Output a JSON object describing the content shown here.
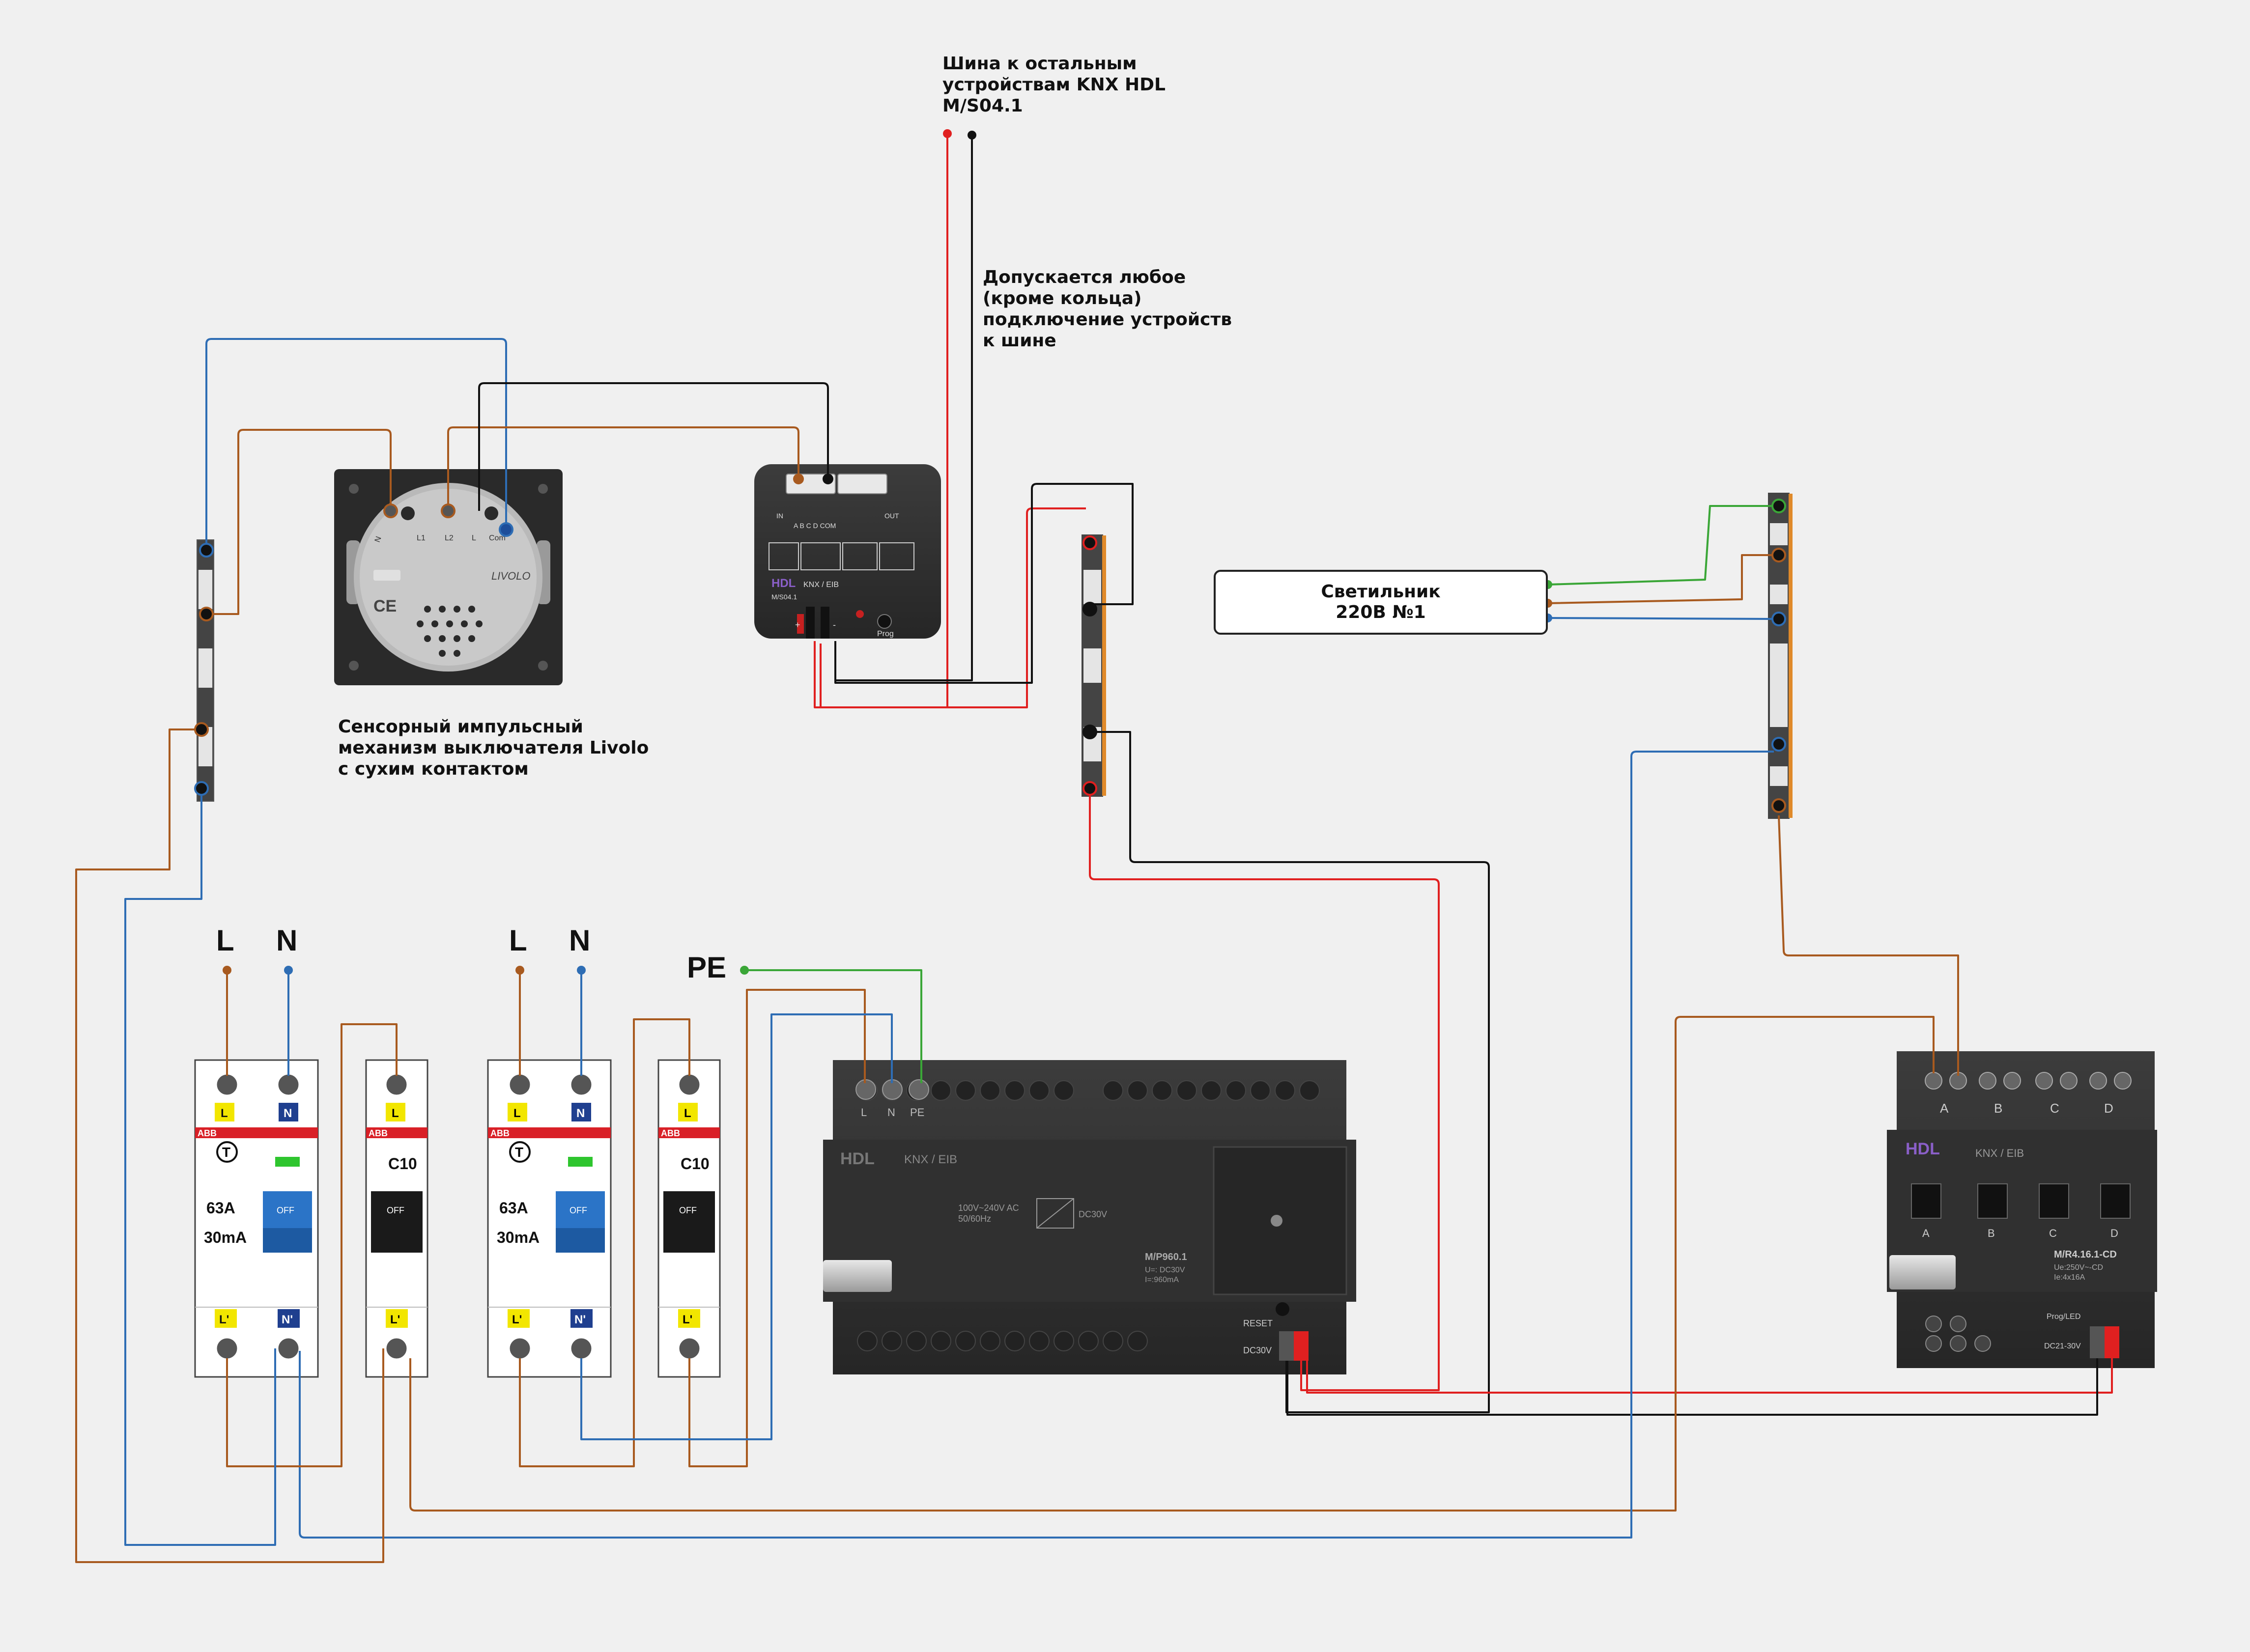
{
  "annotations": {
    "bus_note": "Шина к остальным\nустройствам KNX HDL\nM/S04.1",
    "connection_note": "Допускается любое\n(кроме кольца)\nподключение устройств\nк шине",
    "switch_caption": "Сенсорный импульсный\nмеханизм выключателя Livolo\nс сухим контактом"
  },
  "lamp": {
    "line1": "Светильник",
    "line2": "220В №1"
  },
  "supply_labels": {
    "l1": "L",
    "n1": "N",
    "l2": "L",
    "n2": "N",
    "pe": "PE"
  },
  "livolo": {
    "brand": "LIVOLO",
    "terminals": [
      "N",
      "L1",
      "L2",
      "L",
      "Com"
    ]
  },
  "breakers": [
    {
      "brand": "ABB",
      "type": "RCD",
      "rating": "63A",
      "sensitivity": "30mA",
      "toggle": "OFF",
      "top_labels": [
        "L",
        "N"
      ],
      "bottom_labels": [
        "L'",
        "N'"
      ]
    },
    {
      "brand": "ABB",
      "type": "MCB",
      "rating": "C10",
      "toggle": "OFF",
      "top_labels": [
        "L"
      ],
      "bottom_labels": [
        "L'"
      ]
    },
    {
      "brand": "ABB",
      "type": "RCD",
      "rating": "63A",
      "sensitivity": "30mA",
      "toggle": "OFF",
      "top_labels": [
        "L",
        "N"
      ],
      "bottom_labels": [
        "L'",
        "N'"
      ]
    },
    {
      "brand": "ABB",
      "type": "MCB",
      "rating": "C10",
      "toggle": "OFF",
      "top_labels": [
        "L"
      ],
      "bottom_labels": [
        "L'"
      ]
    }
  ],
  "ms04": {
    "brand": "HDL",
    "bus": "KNX / EIB",
    "model": "M/S04.1",
    "left_header": "IN",
    "right_header": "OUT",
    "channels": "A B C D COM",
    "prog": "Prog",
    "plus": "+",
    "minus": "-"
  },
  "psu": {
    "brand": "HDL",
    "bus": "KNX / EIB",
    "terminals": [
      "L",
      "N",
      "PE"
    ],
    "input": "100V~240V AC\n50/60Hz",
    "output": "DC30V",
    "model": "M/P960.1",
    "specs": "U=: DC30V\nI=:960mA",
    "reset": "RESET",
    "dc_label": "DC30V"
  },
  "relay": {
    "brand": "HDL",
    "bus": "KNX / EIB",
    "channels": [
      "A",
      "B",
      "C",
      "D"
    ],
    "model": "M/R4.16.1-CD",
    "specs": "Ue:250V~-CD\nIe:4x16A",
    "prog": "Prog/LED",
    "dc_label": "DC21-30V"
  },
  "colors": {
    "brown": "#a85a1f",
    "blue": "#2e6db4",
    "black": "#111111",
    "red": "#e02020",
    "green": "#3aa637",
    "background": "#f0f0f0",
    "device_dark": "#333333",
    "rcd_blue": "#2b74c7",
    "abb_red": "#d92027",
    "terminal_yellow": "#f2e600",
    "terminal_blue": "#1f3f8f"
  }
}
